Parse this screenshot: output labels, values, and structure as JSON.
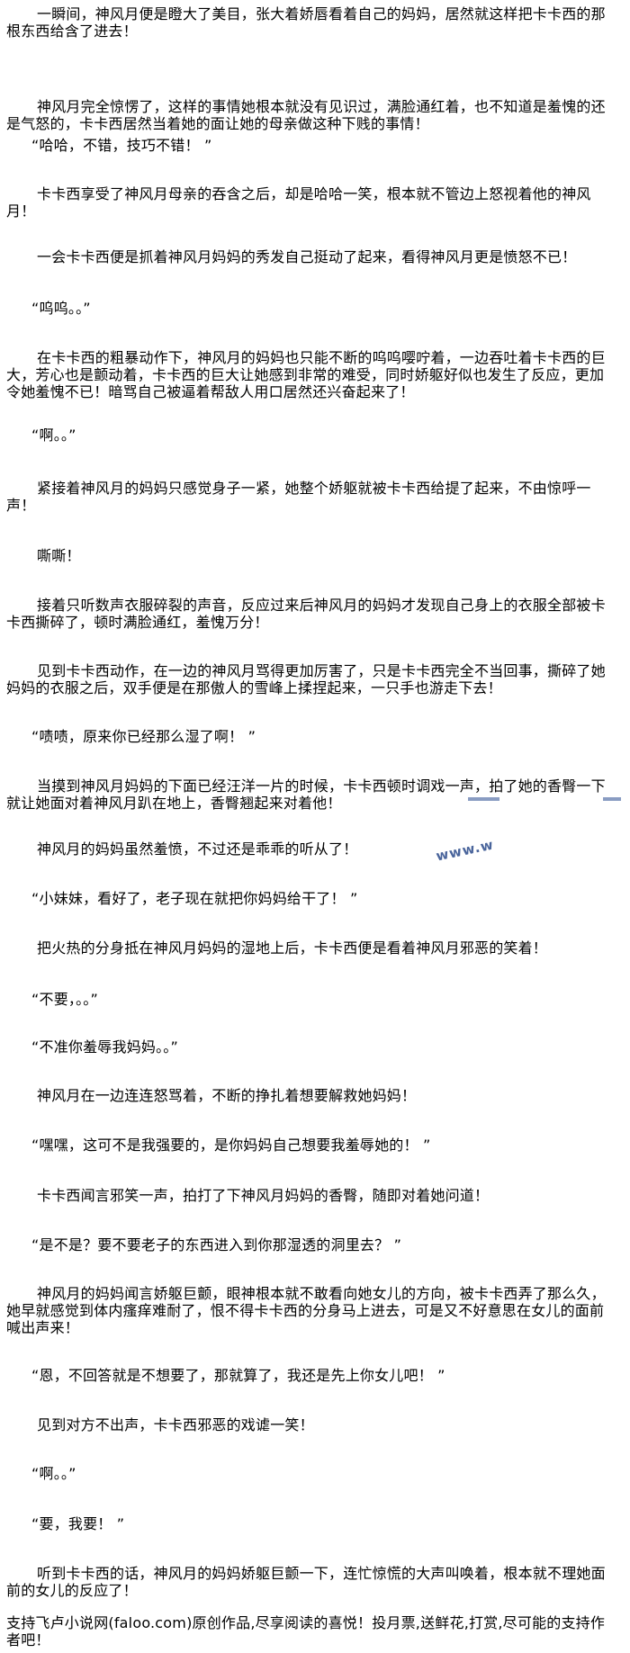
{
  "paragraphs": [
    "一瞬间，神风月便是瞪大了美目，张大着娇唇看着自己的妈妈，居然就这样把卡卡西的那根东西给含了进去！",
    "神风月完全惊愣了，这样的事情她根本就没有见识过，满脸通红着，也不知道是羞愧的还是气怒的，卡卡西居然当着她的面让她的母亲做这种下贱的事情！",
    "“哈哈，不错，技巧不错！ ”",
    "卡卡西享受了神风月母亲的吞含之后，却是哈哈一笑，根本就不管边上怒视着他的神风月！",
    "一会卡卡西便是抓着神风月妈妈的秀发自己挺动了起来，看得神风月更是愤怒不已！",
    "“呜呜。。”",
    "在卡卡西的粗暴动作下，神风月的妈妈也只能不断的呜呜嘤咛着，一边吞吐着卡卡西的巨大，芳心也是颤动着，卡卡西的巨大让她感到非常的难受，同时娇躯好似也发生了反应，更加令她羞愧不已！暗骂自己被逼着帮敌人用口居然还兴奋起来了！",
    "“啊。。”",
    "紧接着神风月的妈妈只感觉身子一紧，她整个娇躯就被卡卡西给提了起来，不由惊呼一声！",
    "嘶嘶！",
    "接着只听数声衣服碎裂的声音，反应过来后神风月的妈妈才发现自己身上的衣服全部被卡卡西撕碎了，顿时满脸通红，羞愧万分！",
    "见到卡卡西动作，在一边的神风月骂得更加厉害了，只是卡卡西完全不当回事，撕碎了她妈妈的衣服之后，双手便是在那傲人的雪峰上揉捏起来，一只手也游走下去！",
    "“啧啧，原来你已经那么湿了啊！ ”",
    "当摸到神风月妈妈的下面已经汪洋一片的时候，卡卡西顿时调戏一声，拍了她的香臀一下就让她面对着神风月趴在地上，香臀翘起来对着他！",
    "神风月的妈妈虽然羞愤，不过还是乖乖的听从了！",
    "“小妹妹，看好了，老子现在就把你妈妈给干了！ ”",
    "把火热的分身抵在神风月妈妈的湿地上后，卡卡西便是看着神风月邪恶的笑着！",
    "“不要，。。”",
    "“不准你羞辱我妈妈。。”",
    "神风月在一边连连怒骂着，不断的挣扎着想要解救她妈妈！",
    "“嘿嘿，这可不是我强要的，是你妈妈自己想要我羞辱她的！ ”",
    "卡卡西闻言邪笑一声，拍打了下神风月妈妈的香臀，随即对着她问道！",
    "“是不是？要不要老子的东西进入到你那湿透的洞里去？ ”",
    "神风月的妈妈闻言娇躯巨颤，眼神根本就不敢看向她女儿的方向，被卡卡西弄了那么久，她早就感觉到体内瘙痒难耐了，恨不得卡卡西的分身马上进去，可是又不好意思在女儿的面前喊出声来！",
    "“恩，不回答就是不想要了，那就算了，我还是先上你女儿吧！ ”",
    "见到对方不出声，卡卡西邪恶的戏谑一笑！",
    "“啊。。”",
    "“要，我要！ ”",
    "听到卡卡西的话，神风月的妈妈娇躯巨颤一下，连忙惊慌的大声叫唤着，根本就不理她面前的女儿的反应了！"
  ],
  "footer": "支持飞卢小说网(faloo.com)原创作品,尽享阅读的喜悦！投月票,送鲜花,打赏,尽可能的支持作者吧！",
  "watermark": "www.w"
}
